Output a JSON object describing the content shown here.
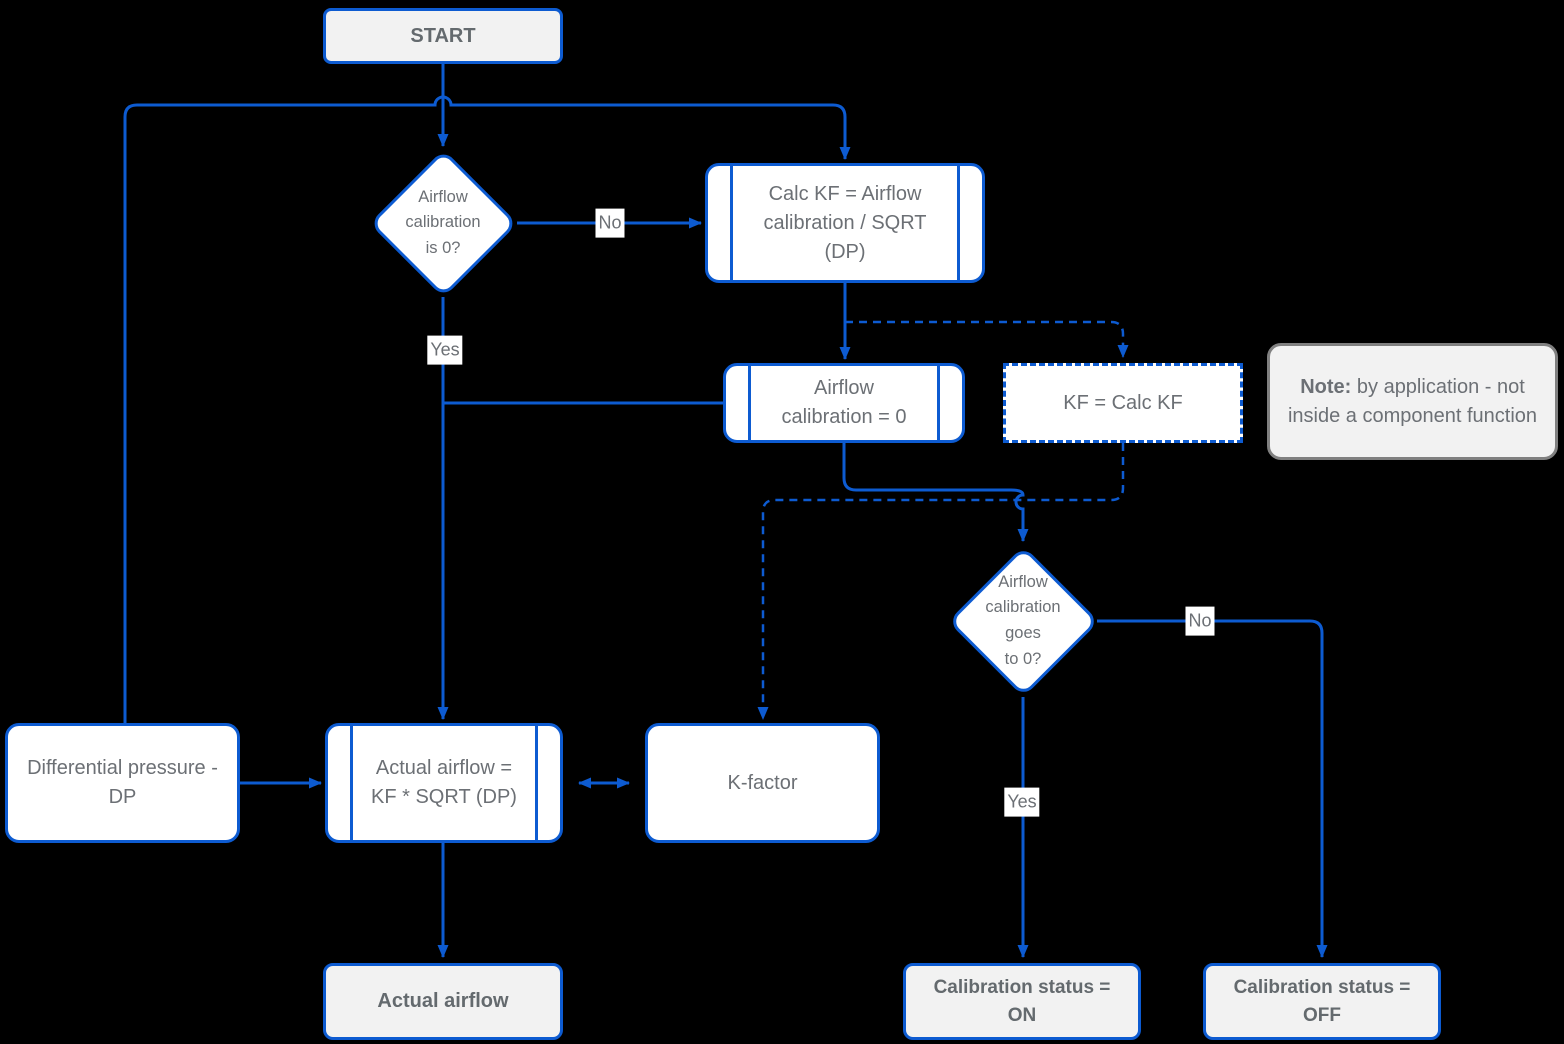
{
  "flowchart": {
    "colors": {
      "background": "#000000",
      "accent_blue": "#0d5bd1",
      "text_gray": "#6c7075",
      "note_border_gray": "#808080",
      "terminal_fill": "#f2f2f2",
      "process_fill": "#ffffff"
    },
    "nodes": {
      "start": {
        "label": "START",
        "shape": "terminal"
      },
      "d1": {
        "label": "Airflow\ncalibration\nis 0?",
        "shape": "decision"
      },
      "calc_kf": {
        "label": "Calc KF = Airflow\ncalibration / SQRT\n(DP)",
        "shape": "subroutine"
      },
      "air_cal_0": {
        "label": "Airflow\ncalibration = 0",
        "shape": "subroutine"
      },
      "kf_calc": {
        "label": "KF = Calc KF",
        "shape": "dashed-process"
      },
      "note": {
        "bold": "Note:",
        "rest": " by application - not inside a component function",
        "shape": "note"
      },
      "d2": {
        "label": "Airflow\ncalibration\ngoes\nto 0?",
        "shape": "decision"
      },
      "dp": {
        "label": "Differential pressure -\nDP",
        "shape": "process"
      },
      "actual_calc": {
        "label": "Actual airflow =\nKF * SQRT (DP)",
        "shape": "subroutine"
      },
      "k_factor": {
        "label": "K-factor",
        "shape": "process"
      },
      "actual_end": {
        "label": "Actual airflow",
        "shape": "terminal"
      },
      "cal_on": {
        "label": "Calibration status =\nON",
        "shape": "terminal"
      },
      "cal_off": {
        "label": "Calibration status =\nOFF",
        "shape": "terminal"
      }
    },
    "edges": [
      {
        "from": "start",
        "to": "d1",
        "style": "solid",
        "label": ""
      },
      {
        "from": "dp",
        "to": "calc_kf",
        "style": "solid",
        "label": ""
      },
      {
        "from": "d1",
        "to": "calc_kf",
        "style": "solid",
        "label": "No"
      },
      {
        "from": "d1",
        "to": "actual_calc",
        "style": "solid",
        "label": "Yes"
      },
      {
        "from": "air_cal_0",
        "to": "d1-yes-line",
        "style": "solid",
        "label": ""
      },
      {
        "from": "calc_kf",
        "to": "air_cal_0",
        "style": "solid",
        "label": ""
      },
      {
        "from": "calc_kf",
        "to": "kf_calc",
        "style": "dashed",
        "label": ""
      },
      {
        "from": "air_cal_0",
        "to": "d2",
        "style": "solid",
        "label": ""
      },
      {
        "from": "kf_calc",
        "to": "k_factor",
        "style": "dashed",
        "label": ""
      },
      {
        "from": "dp",
        "to": "actual_calc",
        "style": "solid",
        "label": ""
      },
      {
        "from": "actual_calc",
        "to": "k_factor",
        "style": "solid",
        "label": "",
        "bidirectional": true
      },
      {
        "from": "actual_calc",
        "to": "actual_end",
        "style": "solid",
        "label": ""
      },
      {
        "from": "d2",
        "to": "cal_on",
        "style": "solid",
        "label": "Yes"
      },
      {
        "from": "d2",
        "to": "cal_off",
        "style": "solid",
        "label": "No"
      }
    ]
  }
}
